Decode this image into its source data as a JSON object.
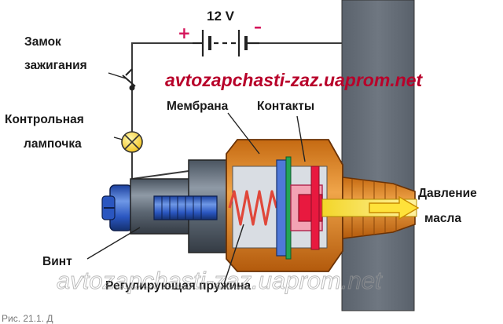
{
  "circuit": {
    "voltage": "12 V",
    "plus": "+",
    "minus": "–"
  },
  "labels": {
    "ignition_switch_line1": "Замок",
    "ignition_switch_line2": "зажигания",
    "lamp_line1": "Контрольная",
    "lamp_line2": "лампочка",
    "membrane": "Мембрана",
    "contacts": "Контакты",
    "oil_pressure_line1": "Давление",
    "oil_pressure_line2": "масла",
    "screw": "Винт",
    "spring": "Регулирующая пружина"
  },
  "watermark": {
    "main": "avtozapchasti-zaz.uaprom.net",
    "ghost": "avtozapchasti-zaz.uaprom.net"
  },
  "caption": "Рис. 21.1. Д"
}
